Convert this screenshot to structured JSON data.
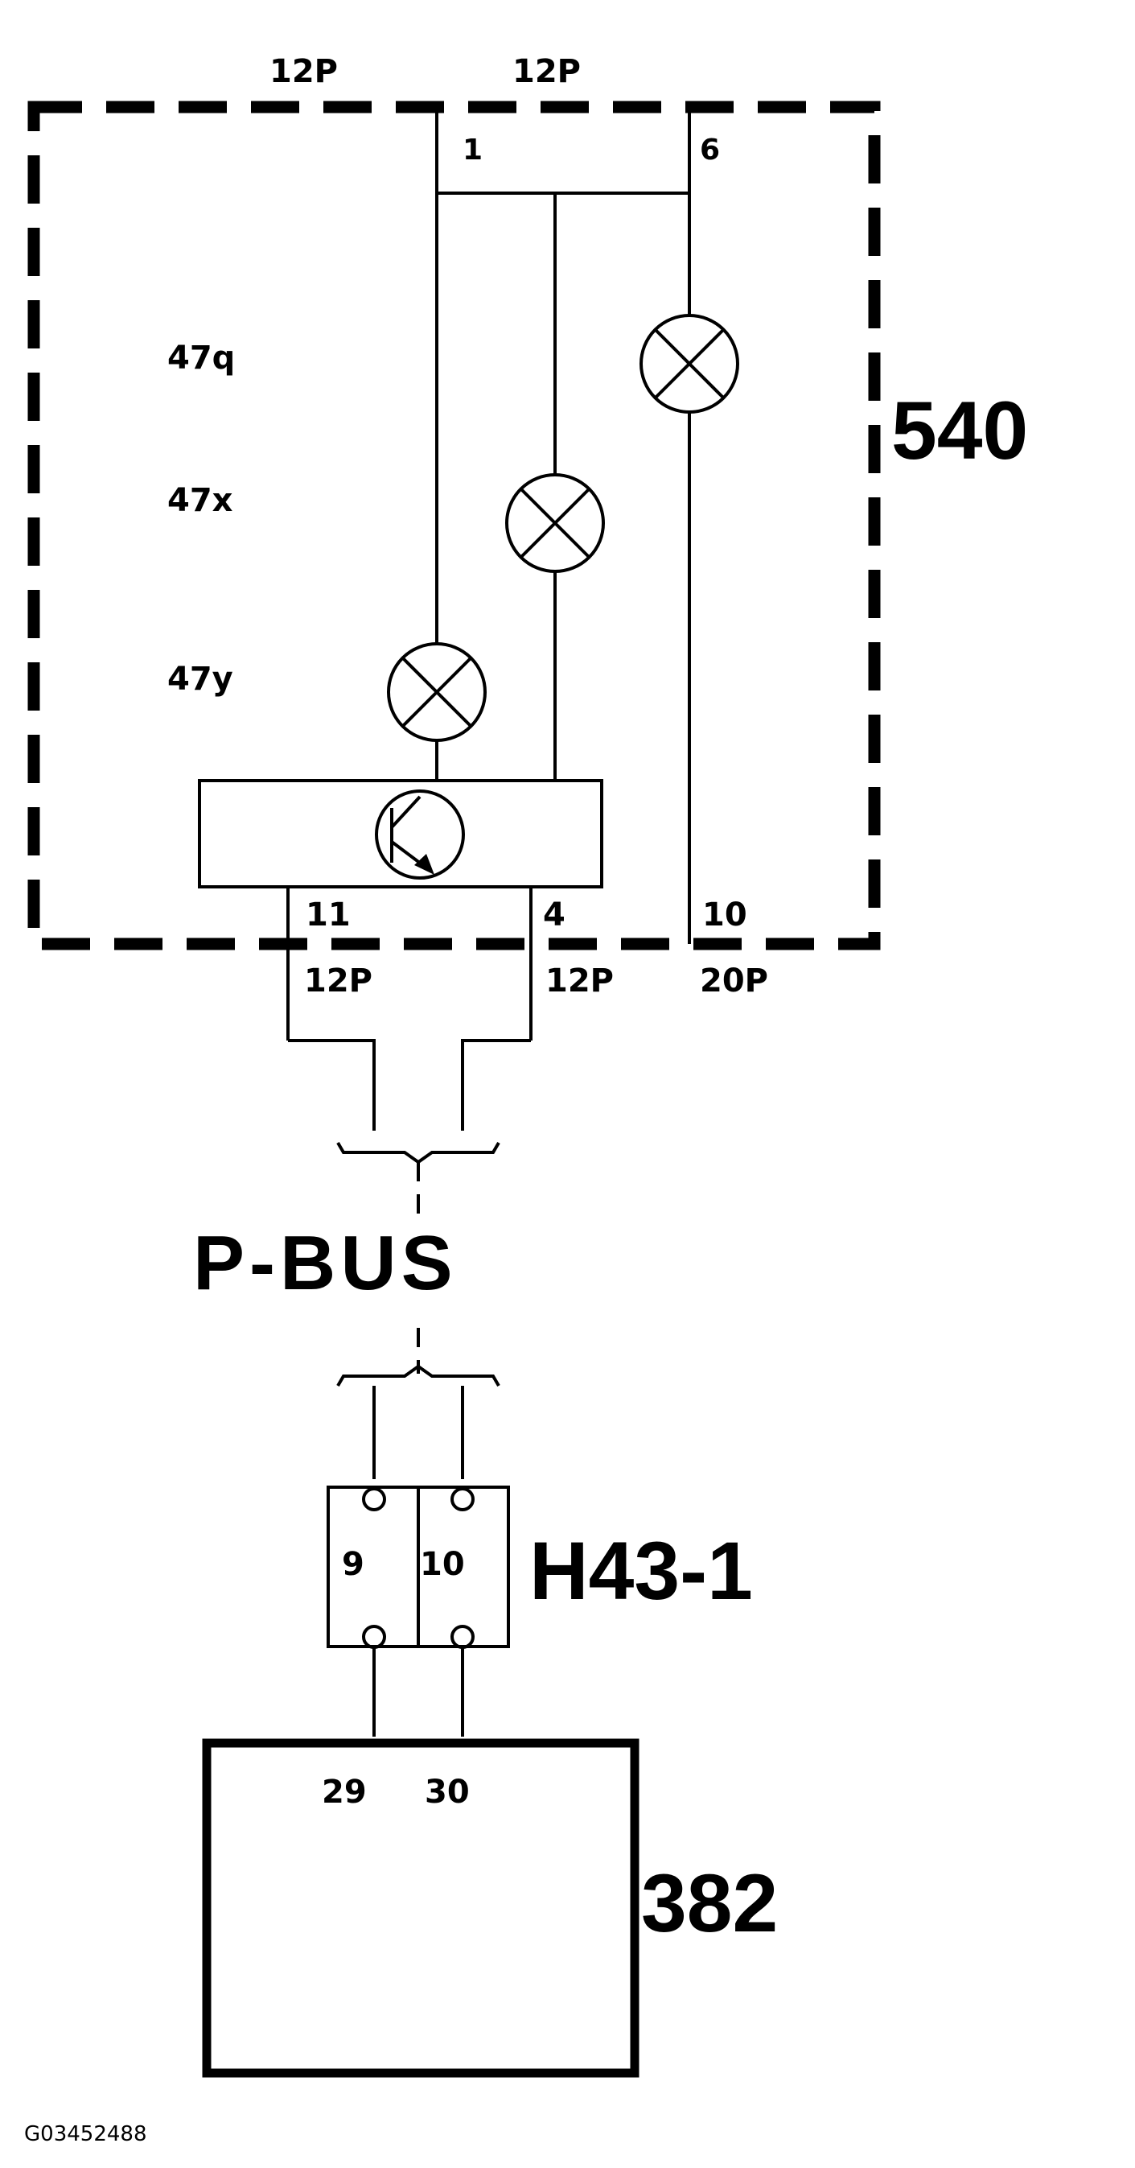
{
  "module_540": {
    "label": "540",
    "connector_top_left": "12P",
    "connector_top_right": "12P",
    "pin_top_1": "1",
    "pin_top_6": "6",
    "lamp_47q": "47q",
    "lamp_47x": "47x",
    "lamp_47y": "47y",
    "pin_bottom_11": "11",
    "pin_bottom_4": "4",
    "pin_bottom_10": "10",
    "connector_bottom_left": "12P",
    "connector_bottom_mid": "12P",
    "connector_bottom_right": "20P"
  },
  "bus": {
    "label": "P-BUS"
  },
  "connector_h43": {
    "label": "H43-1",
    "pin_left": "9",
    "pin_right": "10"
  },
  "module_382": {
    "label": "382",
    "pin_left": "29",
    "pin_right": "30"
  },
  "figure_id": "G03452488"
}
